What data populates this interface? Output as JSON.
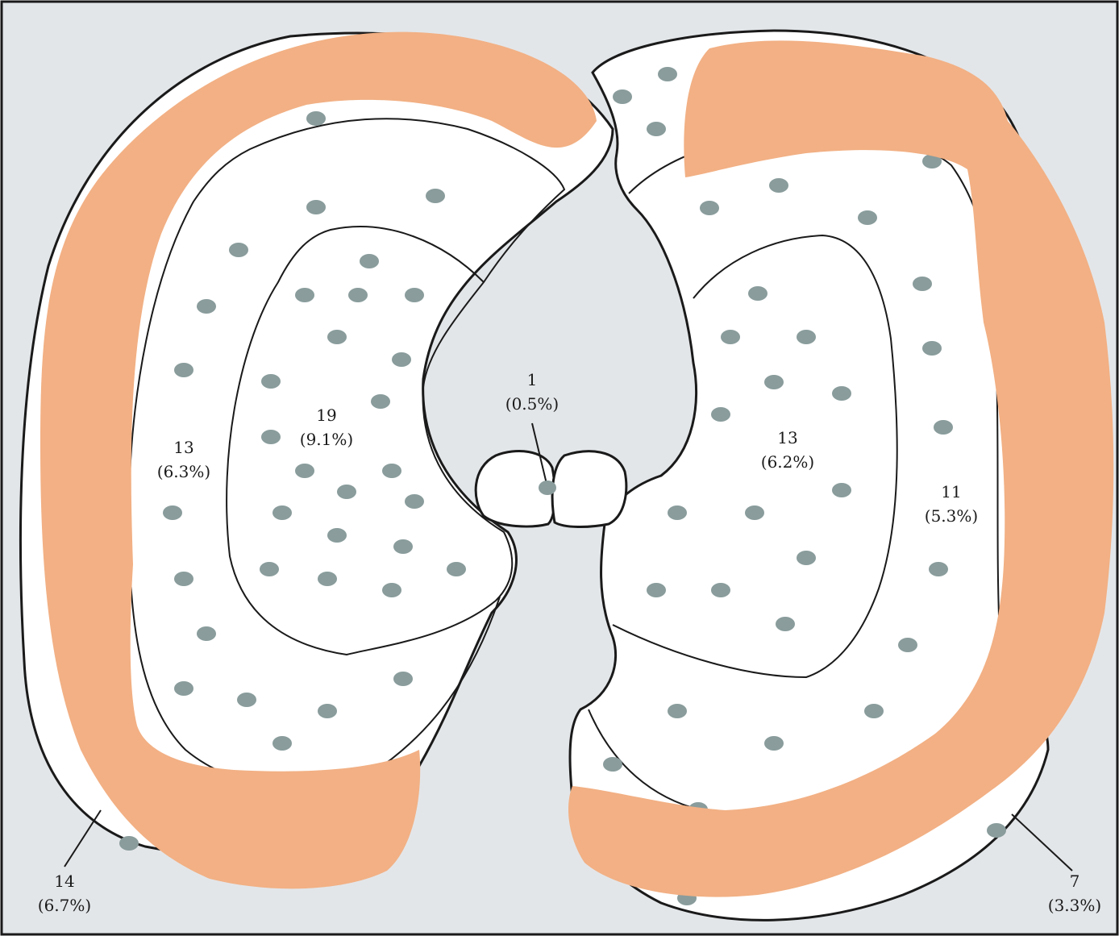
{
  "colors": {
    "background": "#e3e6e9",
    "lung_fill": "#ffffff",
    "outline": "#1a1a1a",
    "dot": "#8a9c9c",
    "overlay": "#f2b084"
  },
  "labels": {
    "right_inner": {
      "count": "19",
      "pct": "(9.1%)"
    },
    "right_middle": {
      "count": "13",
      "pct": "(6.3%)"
    },
    "right_outer": {
      "count": "14",
      "pct": "(6.7%)"
    },
    "center": {
      "count": "1",
      "pct": "(0.5%)"
    },
    "left_inner": {
      "count": "13",
      "pct": "(6.2%)"
    },
    "left_middle": {
      "count": "11",
      "pct": "(5.3%)"
    },
    "left_outer": {
      "count": "7",
      "pct": "(3.3%)"
    }
  }
}
